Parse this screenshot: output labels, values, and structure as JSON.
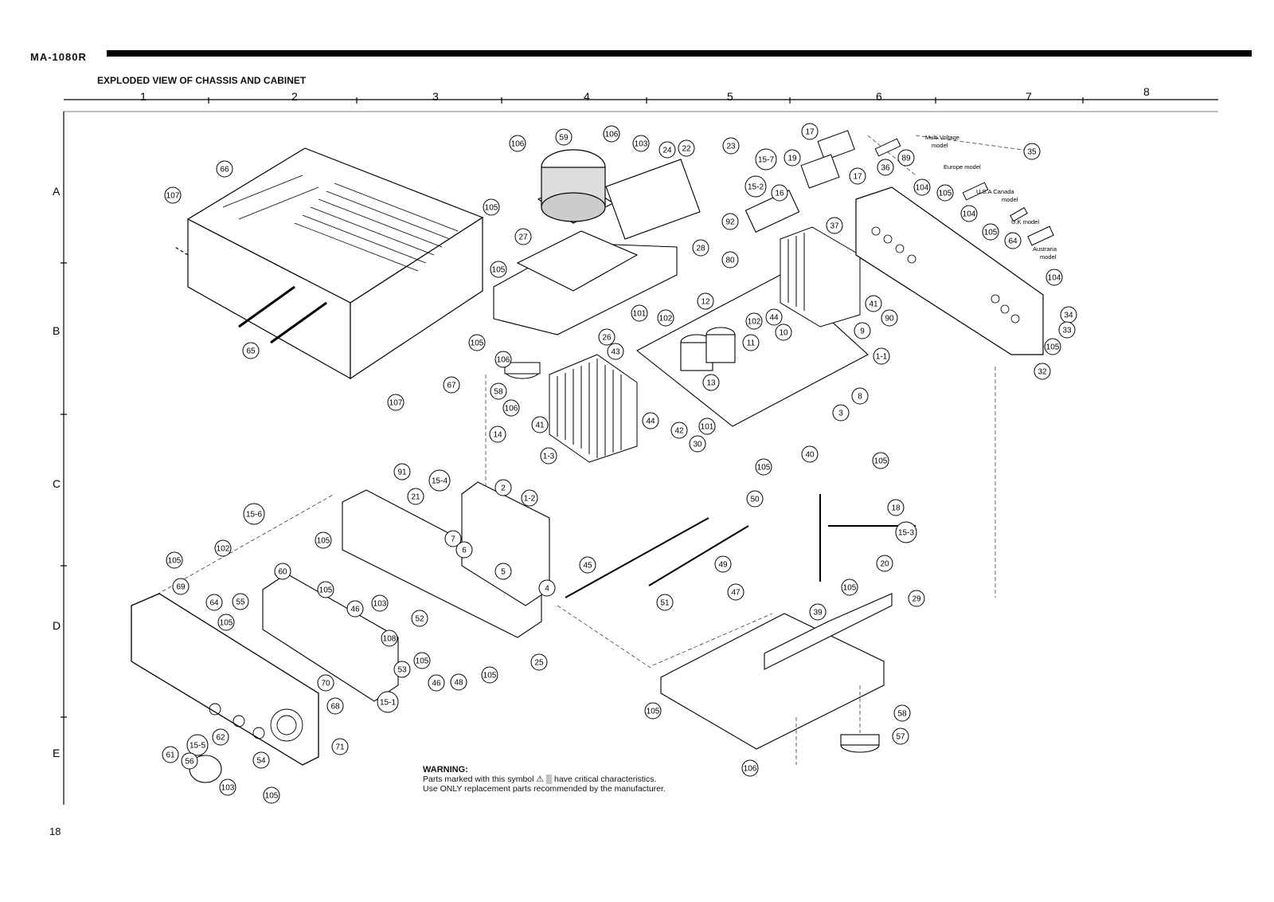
{
  "header": {
    "model": "MA-1080R",
    "title": "EXPLODED VIEW OF CHASSIS AND CABINET",
    "page_number": "18"
  },
  "grid": {
    "columns": [
      "1",
      "2",
      "3",
      "4",
      "5",
      "6",
      "7",
      "8"
    ],
    "rows": [
      "A",
      "B",
      "C",
      "D",
      "E"
    ]
  },
  "warning": {
    "heading": "WARNING:",
    "line1": "Parts marked with this symbol ⚠ ▒ have critical characteristics.",
    "line2": "Use ONLY replacement parts recommended by the manufacturer."
  },
  "plug_labels": {
    "multi_voltage": "Multi Voltage",
    "multi_voltage_2": "model",
    "europe": "Europe model",
    "usa_canada": "U.S.A Canada",
    "usa_canada_2": "model",
    "uk": "U.K model",
    "australia": "Austraria",
    "australia_2": "model"
  },
  "callouts": [
    "106",
    "59",
    "106",
    "103",
    "24",
    "22",
    "23",
    "17",
    "15-7",
    "19",
    "15-2",
    "16",
    "17",
    "36",
    "35",
    "89",
    "104",
    "105",
    "104",
    "105",
    "64",
    "66",
    "107",
    "105",
    "27",
    "28",
    "92",
    "80",
    "37",
    "105",
    "104",
    "12",
    "34",
    "33",
    "105",
    "41",
    "90",
    "9",
    "44",
    "10",
    "102",
    "101",
    "102",
    "11",
    "1-1",
    "32",
    "65",
    "107",
    "67",
    "106",
    "58",
    "106",
    "26",
    "105",
    "43",
    "44",
    "13",
    "8",
    "3",
    "42",
    "101",
    "41",
    "14",
    "1-3",
    "30",
    "105",
    "40",
    "105",
    "2",
    "91",
    "15-4",
    "1-2",
    "21",
    "7",
    "6",
    "5",
    "4",
    "15-6",
    "102",
    "105",
    "105",
    "69",
    "60",
    "105",
    "103",
    "46",
    "52",
    "50",
    "18",
    "15-3",
    "20",
    "45",
    "49",
    "51",
    "47",
    "105",
    "29",
    "39",
    "64",
    "55",
    "105",
    "108",
    "53",
    "105",
    "46",
    "48",
    "105",
    "25",
    "70",
    "68",
    "15-1",
    "15-5",
    "62",
    "61",
    "56",
    "54",
    "71",
    "103",
    "105",
    "105",
    "58",
    "57",
    "106"
  ]
}
